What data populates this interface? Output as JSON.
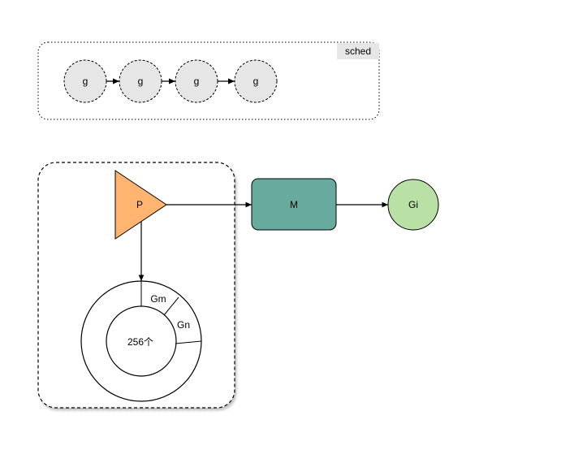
{
  "sched": {
    "label": "sched",
    "queue": [
      {
        "label": "g"
      },
      {
        "label": "g"
      },
      {
        "label": "g"
      },
      {
        "label": "g"
      }
    ]
  },
  "processor": {
    "label": "P",
    "color": "#FFB570"
  },
  "machine": {
    "label": "M",
    "color": "#67AB9F"
  },
  "goroutine": {
    "label": "Gi",
    "color": "#B9E0A5"
  },
  "ring": {
    "center_label": "256个",
    "slots": [
      {
        "label": "Gm"
      },
      {
        "label": "Gn"
      }
    ]
  }
}
